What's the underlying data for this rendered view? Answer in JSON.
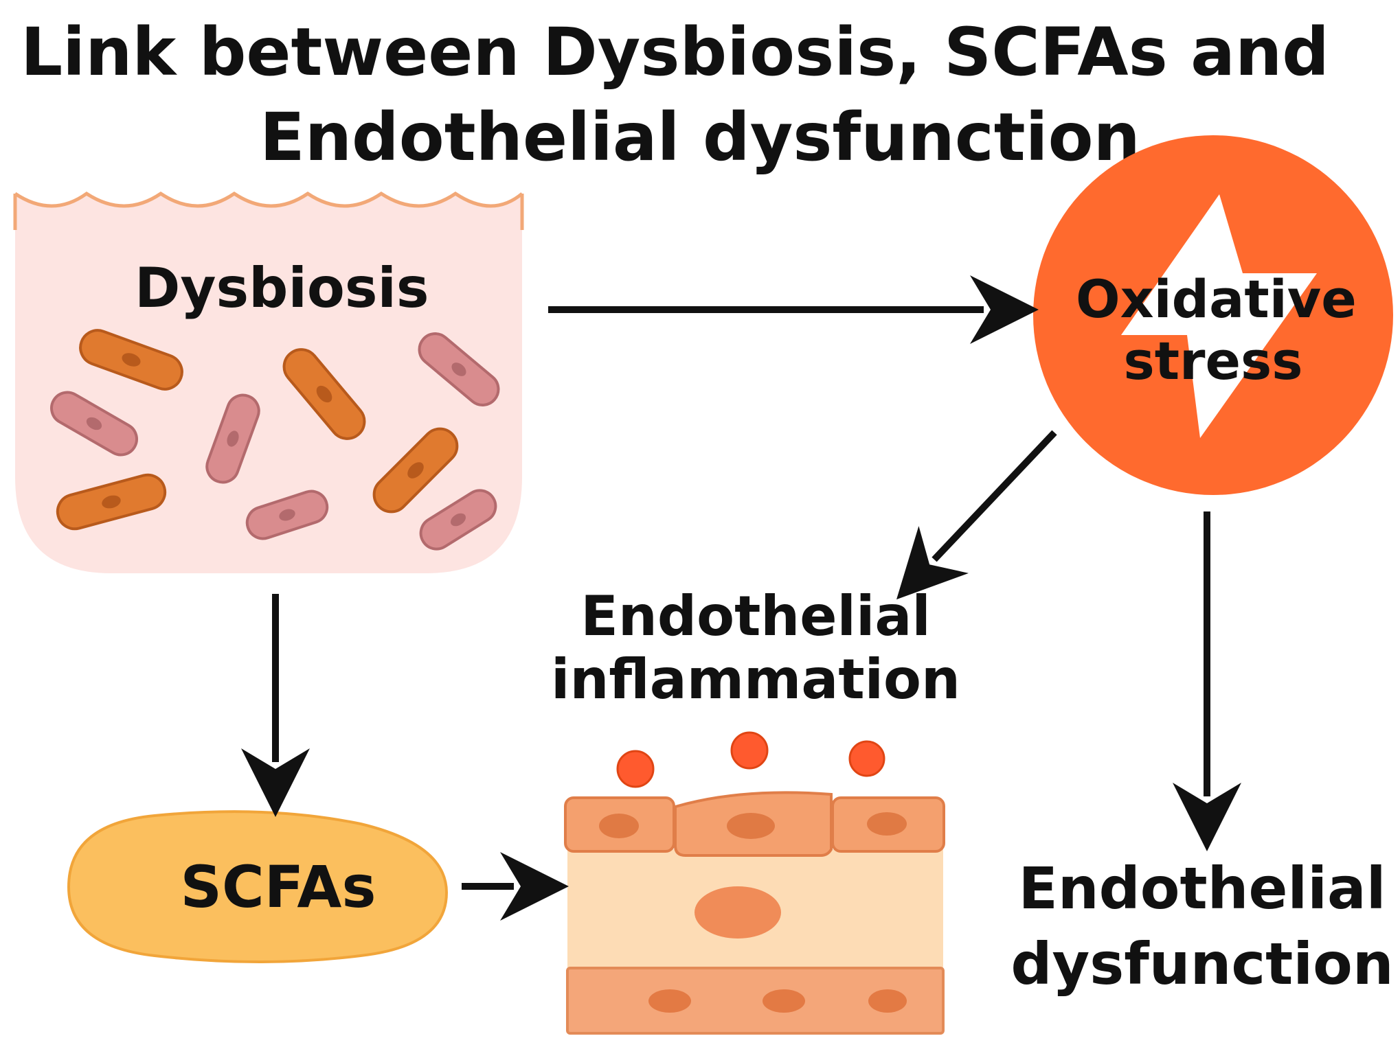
{
  "title": {
    "line1": "Link between Dysbiosis, SCFAs and",
    "line2": "Endothelial dysfunction"
  },
  "nodes": {
    "dysbiosis": "Dysbiosis",
    "oxidative_stress": [
      "Oxidative",
      "stress"
    ],
    "scfas": "SCFAs",
    "endothelial_inflammation": [
      "Endothelial",
      "inflammation"
    ],
    "endothelial_dysfunction": [
      "Endothelial",
      "dysfunction"
    ]
  },
  "colors": {
    "gut_background": "#fde4e1",
    "villi_outline": "#f2a877",
    "bacteria_orange": "#e07a2f",
    "bacteria_pink": "#d98c8e",
    "oxidative_circle": "#ff6a2e",
    "scfa_fill": "#fbbf5e",
    "tissue_light": "#fddcb5",
    "tissue_cell": "#f4a06e",
    "inflammatory_dot": "#ff5a2e",
    "arrow": "#111111"
  },
  "icons": [
    "lightning-bolt-icon",
    "bacteria-icon",
    "gut-villi-icon",
    "endothelial-tissue-icon"
  ]
}
